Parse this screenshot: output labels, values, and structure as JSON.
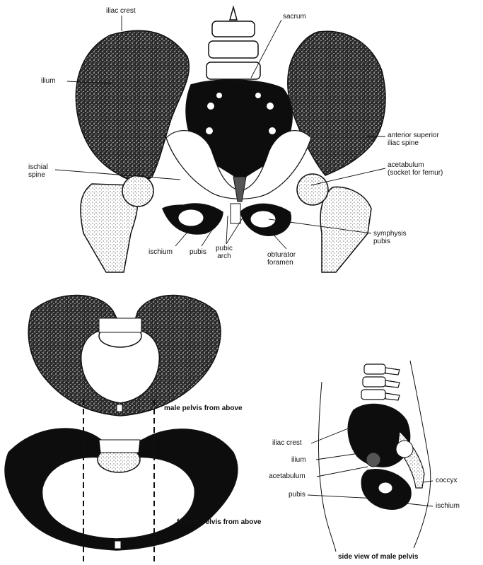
{
  "front_view": {
    "labels": {
      "iliac_crest": "iliac crest",
      "sacrum": "sacrum",
      "ilium": "ilium",
      "anterior_superior_iliac_spine": "anterior superior\niliac spine",
      "ischial_spine": "ischial\nspine",
      "acetabulum": "acetabulum\n(socket for femur)",
      "symphysis_pubis": "symphysis\npubis",
      "ischium": "ischium",
      "pubis": "pubis",
      "pubic_arch": "pubic\narch",
      "obturator_foramen": "obturator\nforamen"
    }
  },
  "top_views": {
    "male_caption": "male pelvis from above",
    "female_caption": "female pelvis from above"
  },
  "side_view": {
    "caption": "side view of male pelvis",
    "labels": {
      "iliac_crest": "iliac crest",
      "ilium": "ilium",
      "acetabulum": "acetabulum",
      "pubis": "pubis",
      "coccyx": "coccyx",
      "ischium": "ischium"
    }
  },
  "colors": {
    "ink": "#0d0d0d",
    "paper": "#ffffff",
    "stipple": "#3a3a3a"
  }
}
